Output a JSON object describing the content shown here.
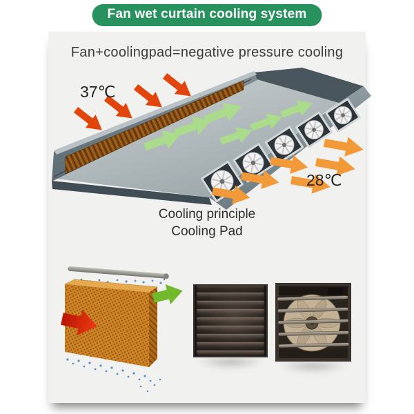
{
  "banner": {
    "label": "Fan wet curtain cooling system",
    "bg_color": "#28925e",
    "text_color": "#ffffff"
  },
  "headline": {
    "text": "Fan+coolingpad=negative pressure cooling"
  },
  "diagram": {
    "inlet_temp": "37℃",
    "outlet_temp": "28℃",
    "fan_count": 5,
    "hot_arrow_count": 4,
    "inside_arrow_count": 6,
    "exhaust_arrow_count": 6,
    "colors": {
      "hot_air": "#e2450b",
      "cooled_air": "#abdc8c",
      "exhaust_air": "#f2993a",
      "structure_wall": "#69797f",
      "cooling_pad_brown": "#8a5015"
    }
  },
  "captions": {
    "line1": "Cooling principle",
    "line2": "Cooling Pad"
  },
  "gallery": {
    "items": [
      {
        "name": "cooling-pad-photo"
      },
      {
        "name": "shutter-fan-closed-photo"
      },
      {
        "name": "exhaust-fan-photo"
      }
    ]
  }
}
